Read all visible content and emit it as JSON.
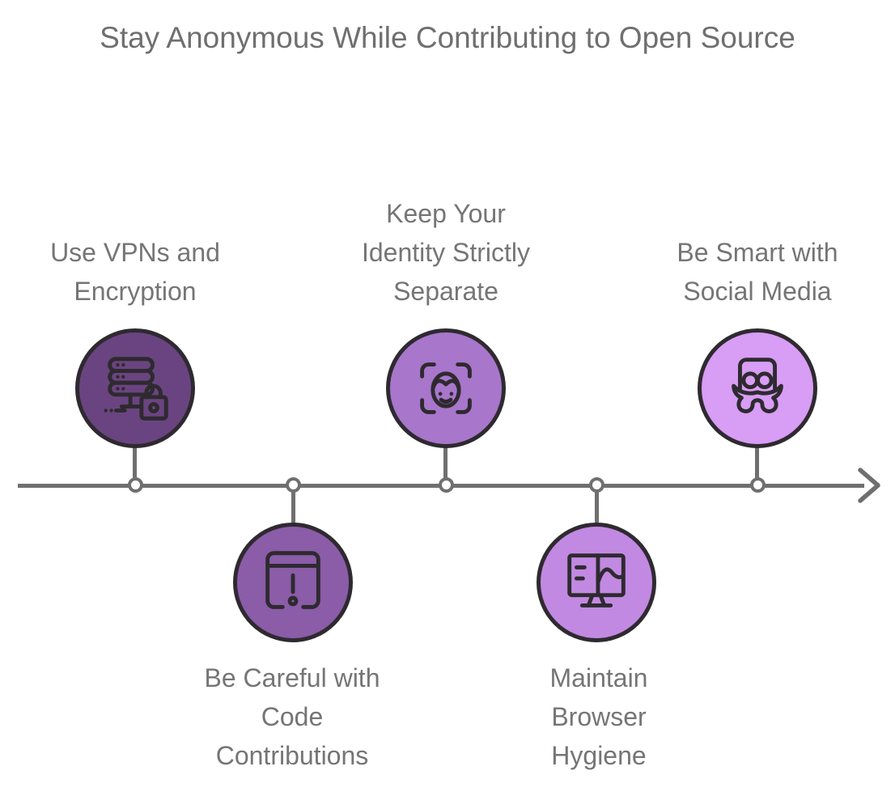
{
  "title": "Stay Anonymous While Contributing to Open Source",
  "diagram": {
    "type": "timeline",
    "direction": "left-to-right",
    "line_color": "#6f6f6f",
    "text_color": "#757575",
    "icon_stroke_color": "#2e2a30",
    "node_fill": "#ffffff",
    "steps": [
      {
        "label": "Use VPNs and\nEncryption",
        "icon": "server-lock-icon",
        "side": "above",
        "fill": "#6a4480"
      },
      {
        "label": "Be Careful with\nCode\nContributions",
        "icon": "document-warning-icon",
        "side": "below",
        "fill": "#8b5ca8"
      },
      {
        "label": "Keep Your\nIdentity Strictly\nSeparate",
        "icon": "face-scan-icon",
        "side": "above",
        "fill": "#a876cb"
      },
      {
        "label": "Maintain\nBrowser\nHygiene",
        "icon": "monitor-browser-icon",
        "side": "below",
        "fill": "#c289e2"
      },
      {
        "label": "Be Smart with\nSocial Media",
        "icon": "social-media-glasses-icon",
        "side": "above",
        "fill": "#d89df4"
      }
    ]
  }
}
